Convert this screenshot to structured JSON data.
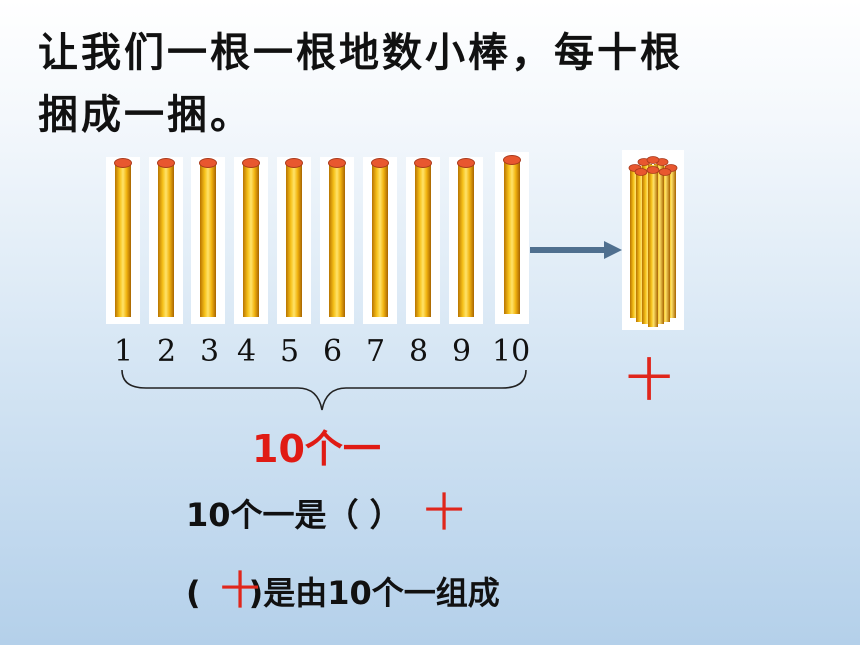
{
  "title": {
    "line1": "让我们一根一根地数小棒，每十根",
    "line2": "捆成一捆。"
  },
  "numbers": [
    "1",
    "2",
    "3",
    "4",
    "5",
    "6",
    "7",
    "8",
    "9",
    "10"
  ],
  "bundle_label": "十",
  "brace_label": "10个一",
  "question1": {
    "text": "10个一是（  ）",
    "answer": "十"
  },
  "question2": {
    "open": "(",
    "close": ")是由10个一组成",
    "answer": "十"
  },
  "colors": {
    "answer": "#e0261b",
    "stick": "#f7c21a",
    "stick_top": "#e8572f",
    "arrow": "#4f6f8f"
  }
}
